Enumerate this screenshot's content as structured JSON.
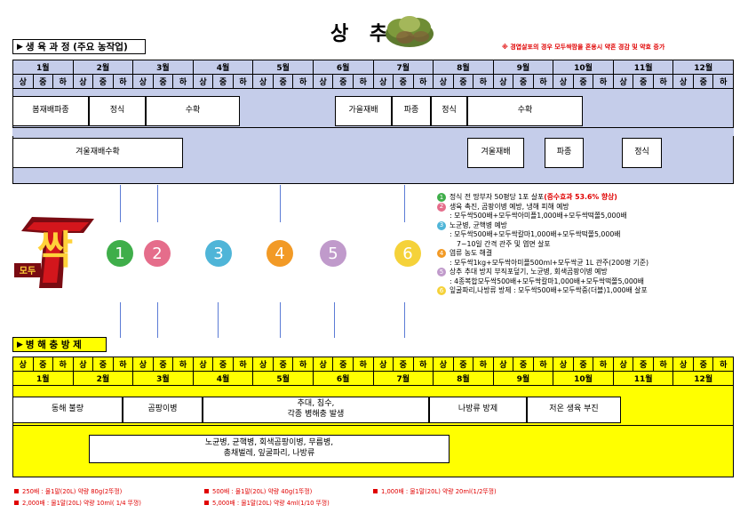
{
  "title": "상 추",
  "header": {
    "growth_label": "생 육 과 정 (주요 농작업)",
    "warning": "※ 경엽살포의 경우 모두싹팜을 혼용시 약흔 경감 및 약효 증가"
  },
  "months": [
    "1월",
    "2월",
    "3월",
    "4월",
    "5월",
    "6월",
    "7월",
    "8월",
    "9월",
    "10월",
    "11월",
    "12월"
  ],
  "seasons": [
    "상",
    "중",
    "하"
  ],
  "growth_boxes": [
    {
      "label": "봄재배파종"
    },
    {
      "label": "정식"
    },
    {
      "label": "수확"
    },
    {
      "label": "가을재배"
    },
    {
      "label": "파종"
    },
    {
      "label": "정식"
    },
    {
      "label": "수확"
    },
    {
      "label": "겨울재배수확"
    },
    {
      "label": "겨울재배"
    },
    {
      "label": "파종"
    },
    {
      "label": "정식"
    }
  ],
  "logo": {
    "big": "싹",
    "small": "모두"
  },
  "circles": [
    {
      "num": "1",
      "color": "#3fae4a"
    },
    {
      "num": "2",
      "color": "#e56d8b"
    },
    {
      "num": "3",
      "color": "#4fb5d8"
    },
    {
      "num": "4",
      "color": "#f29a26"
    },
    {
      "num": "5",
      "color": "#c09acb"
    },
    {
      "num": "6",
      "color": "#f5d23a"
    }
  ],
  "notes": [
    {
      "num": "1",
      "color": "#3fae4a",
      "head": "정식 전 땅부자 50평당 1포 살포",
      "head_red": "(증수효과 53.6% 향상)",
      "subs": []
    },
    {
      "num": "2",
      "color": "#e56d8b",
      "head": "생육 촉진, 곰팡이병 예방, 냉해 피해 예방",
      "head_red": "",
      "subs": [
        ": 모두싹500배+모두싹아미플1,000배+모두싹떡쫄5,000배"
      ]
    },
    {
      "num": "3",
      "color": "#4fb5d8",
      "head": "노균병, 균핵병 예방",
      "head_red": "",
      "subs": [
        ": 모두싹500배+모두싹칼마1,000배+모두싹떡쫄5,000배",
        "7~10일 간격 관주 및 엽면 살포"
      ]
    },
    {
      "num": "4",
      "color": "#f29a26",
      "head": "염류 농도 해결",
      "head_red": "",
      "subs": [
        ": 모두싹1kg+모두싹아미플500ml+모두싹균 1L 관주(200평 기준)"
      ]
    },
    {
      "num": "5",
      "color": "#c09acb",
      "head": "상추 추대 방지 부직포덮기, 노균병, 회색곰팡이병 예방",
      "head_red": "",
      "subs": [
        ": 4종복합모두싹500배+모두싹칼마1,000배+모두싹떡쫄5,000배"
      ]
    },
    {
      "num": "6",
      "color": "#f5d23a",
      "head": "잎굴파리,나방류 방제 : 모두싹500배+모두싹중(더블)1,000배 살포",
      "head_red": "",
      "subs": []
    }
  ],
  "pest": {
    "label": "병 해 충 방 제",
    "boxes": [
      {
        "label": "동해 불량"
      },
      {
        "label": "곰팡이병"
      },
      {
        "label": "추대, 침수,\n각종 병해충 발생"
      },
      {
        "label": "나방류 방제"
      },
      {
        "label": "저온 생육 부진"
      },
      {
        "label": "노균병, 균핵병, 회색곰팡이병, 무름병,\n총채벌레, 잎굴파리, 나방류"
      }
    ]
  },
  "legend": [
    "250배 : 물1말(20L) 약량 80g(2뚜껑)",
    "500배 : 물1말(20L) 약량 40g(1뚜껑)",
    "1,000배 : 물1말(20L) 약량 20ml(1/2뚜껑)",
    "2,000배 : 물1말(20L) 약량 10ml( 1/4 뚜껑)",
    "5,000배 : 물1말(20L) 약량 4ml(1/10 뚜껑)"
  ]
}
